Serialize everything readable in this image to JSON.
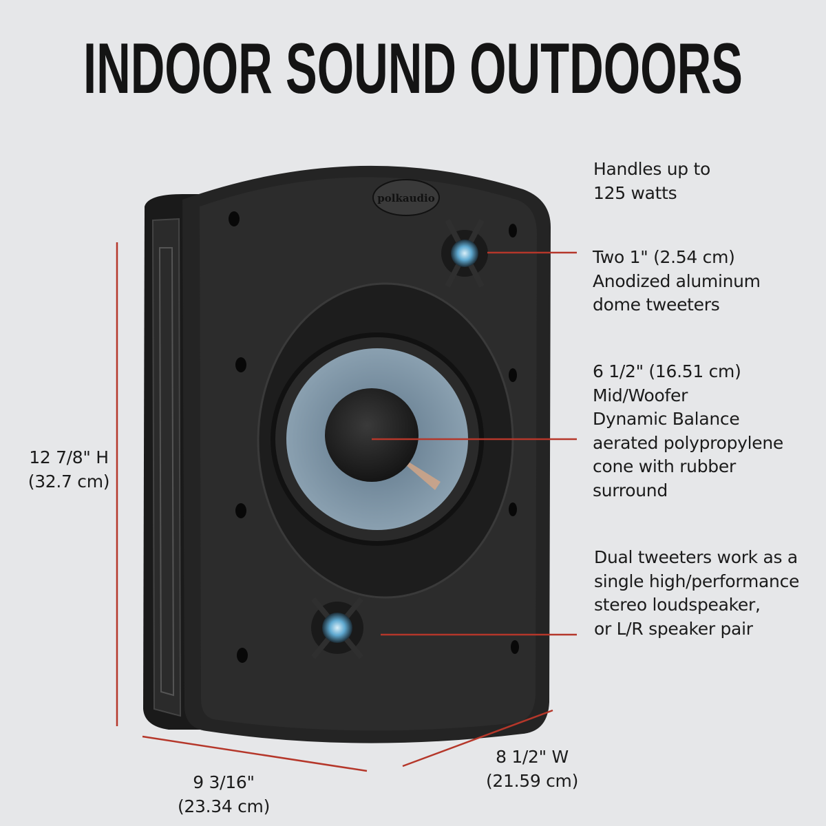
{
  "title": "INDOOR SOUND OUTDOORS",
  "brand_logo": "polkaudio",
  "colors": {
    "background": "#e6e7e9",
    "accent_line": "#b5372a",
    "speaker": "#1f1f1f",
    "cone": "#7f95a6"
  },
  "callouts": {
    "power": [
      "Handles up to",
      "125 watts"
    ],
    "tweeters": [
      "Two 1\" (2.54 cm)",
      "Anodized aluminum",
      "dome tweeters"
    ],
    "woofer": [
      "6 1/2\" (16.51 cm)",
      "Mid/Woofer",
      "Dynamic Balance",
      "aerated polypropylene",
      "cone with rubber",
      "surround"
    ],
    "dual": [
      "Dual tweeters work as a",
      "single high/performance",
      "stereo loudspeaker,",
      "or L/R speaker pair"
    ]
  },
  "dimensions": {
    "height": [
      "12 7/8\" H",
      "(32.7 cm)"
    ],
    "depth": [
      "9 3/16\"",
      "(23.34 cm)"
    ],
    "width": [
      "8 1/2\" W",
      "(21.59 cm)"
    ]
  }
}
